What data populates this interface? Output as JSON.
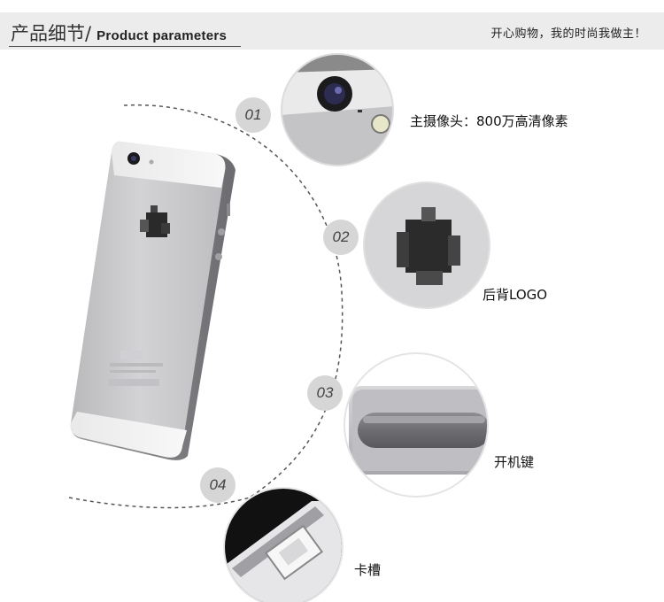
{
  "header": {
    "title_cn": "产品细节/",
    "title_en": "Product parameters",
    "slogan": "开心购物，我的时尚我做主！"
  },
  "features": [
    {
      "number": "01",
      "label": "主摄像头：800万高清像素",
      "icon": "camera-detail"
    },
    {
      "number": "02",
      "label": "后背LOGO",
      "icon": "logo-detail"
    },
    {
      "number": "03",
      "label": "开机键",
      "icon": "power-button-detail"
    },
    {
      "number": "04",
      "label": "卡槽",
      "icon": "sim-tray-detail"
    }
  ],
  "product": {
    "icon": "phone-back-image"
  },
  "colors": {
    "header_bg": "#ececec",
    "badge_bg": "#d6d6d6",
    "phone_silver": "#c9c9cb"
  }
}
